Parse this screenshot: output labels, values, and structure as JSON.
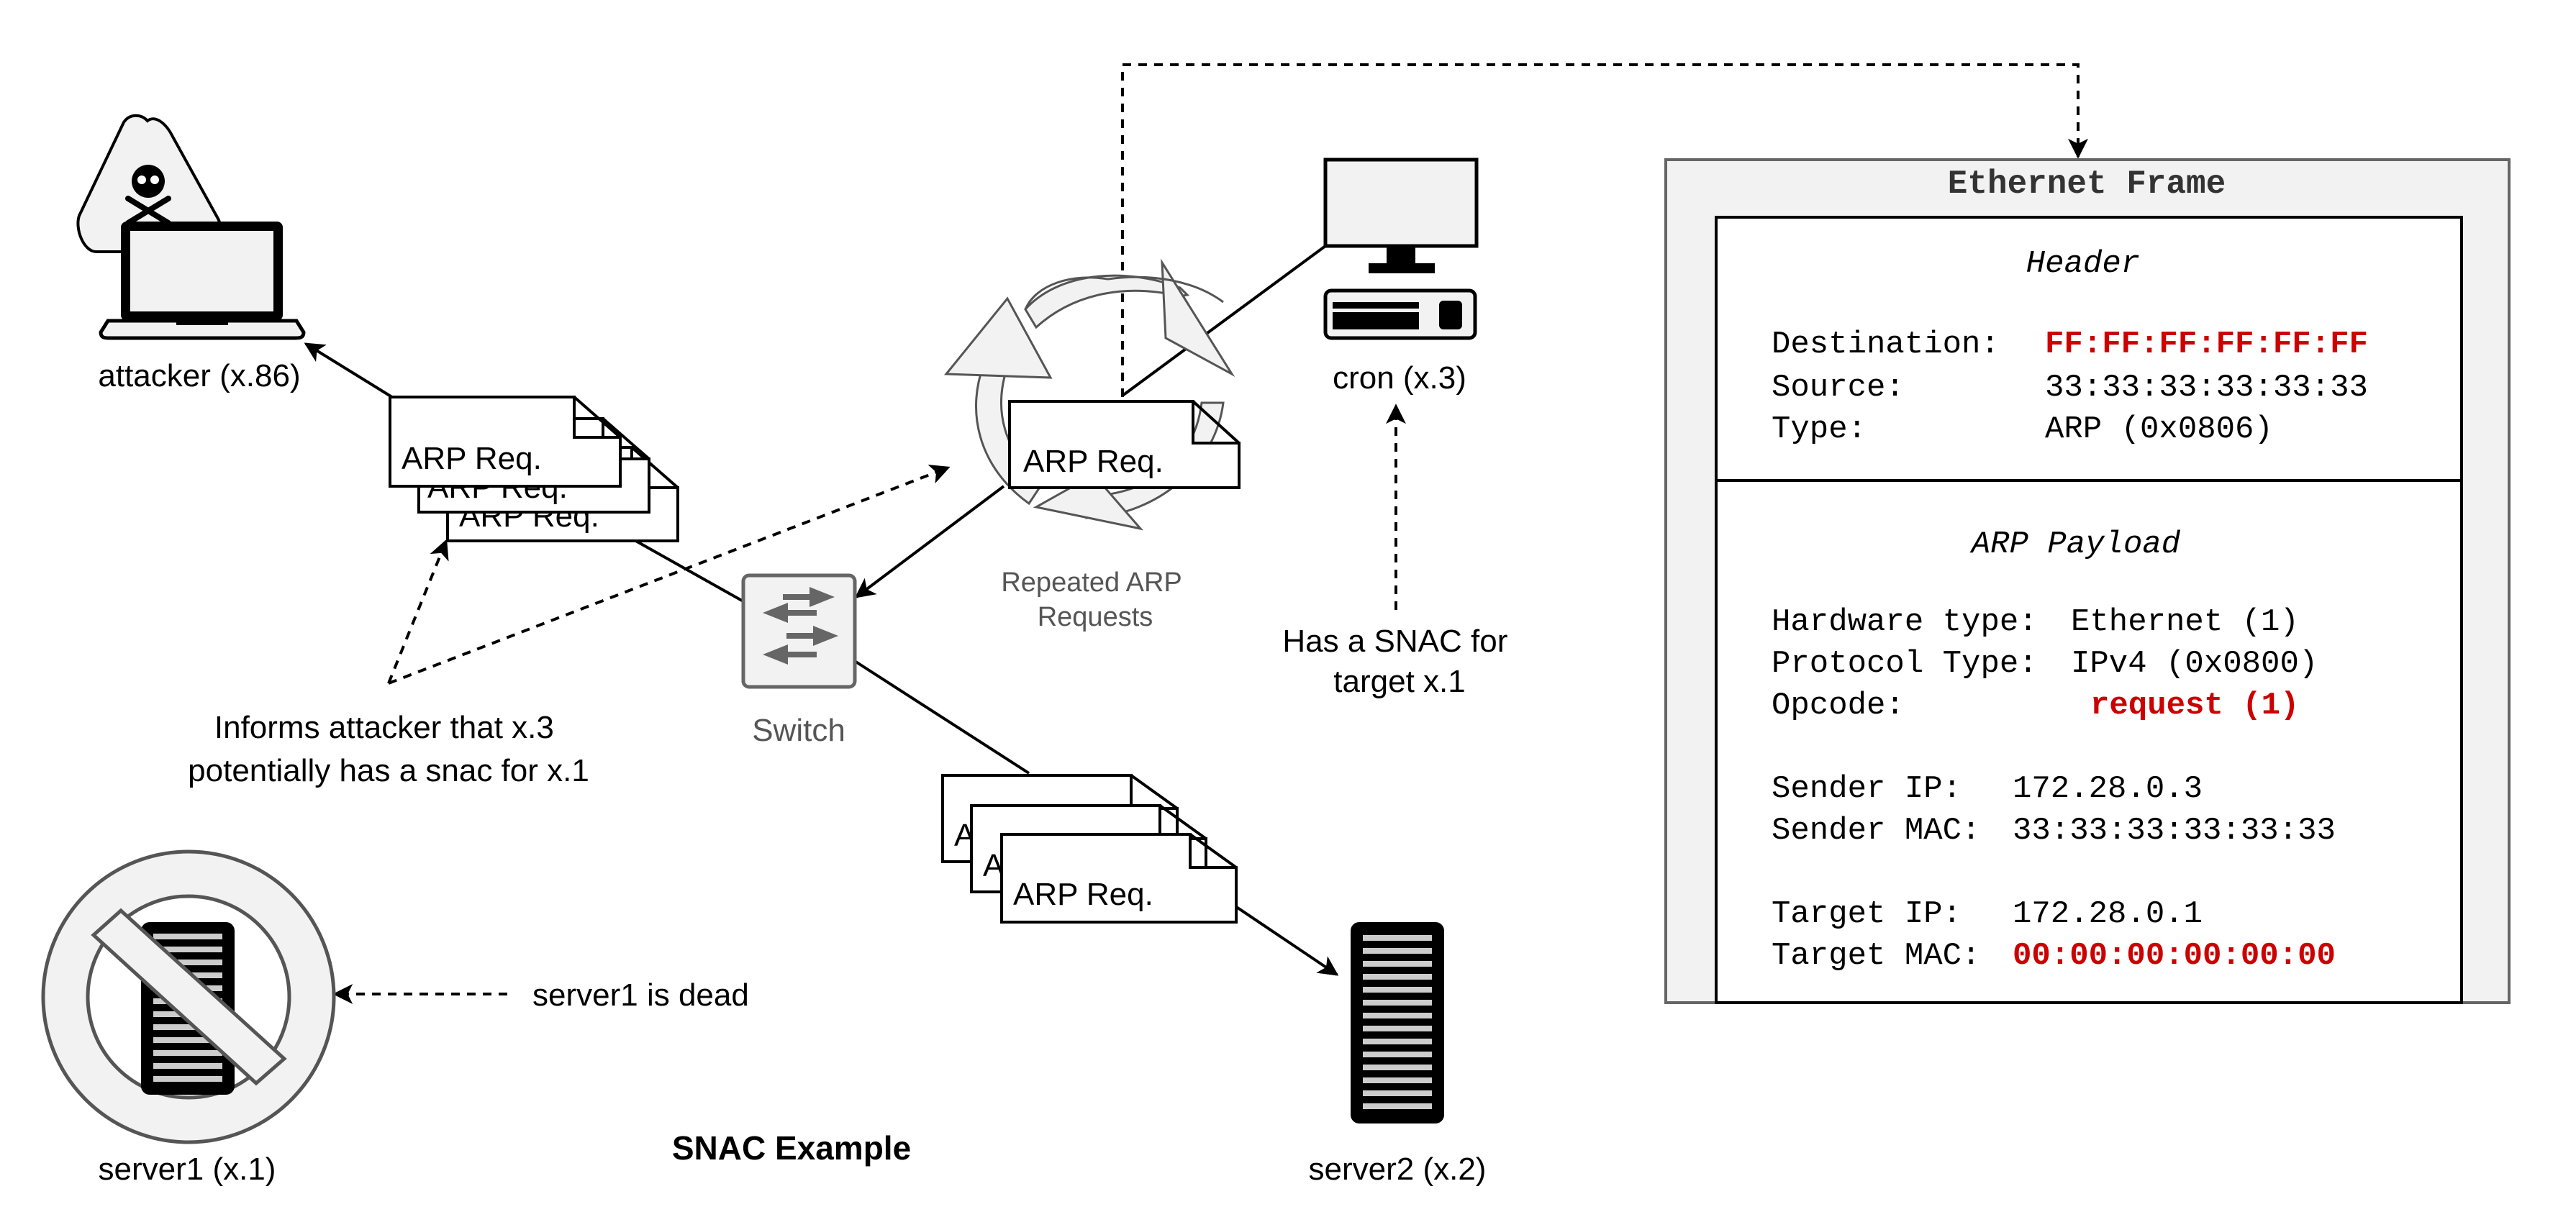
{
  "title": "SNAC Example",
  "nodes": {
    "attacker": "attacker (x.86)",
    "cron": "cron (x.3)",
    "switch": "Switch",
    "server1": "server1 (x.1)",
    "server2": "server2 (x.2)"
  },
  "packet_label": "ARP Req.",
  "annotations": {
    "repeated": [
      "Repeated ARP",
      "Requests"
    ],
    "snac": [
      "Has a SNAC for",
      "target x.1"
    ],
    "informs": [
      "Informs attacker that x.3",
      "potentially has a snac for x.1"
    ],
    "dead": "server1 is dead"
  },
  "frame": {
    "title": "Ethernet Frame",
    "header": {
      "title": "Header",
      "rows": [
        {
          "label": "Destination:",
          "value": "FF:FF:FF:FF:FF:FF",
          "highlight": true
        },
        {
          "label": "Source:",
          "value": "33:33:33:33:33:33",
          "highlight": false
        },
        {
          "label": "Type:",
          "value": "ARP (0x0806)",
          "highlight": false
        }
      ]
    },
    "payload": {
      "title": "ARP Payload",
      "rows": [
        {
          "label": "Hardware type:",
          "value": "Ethernet (1)",
          "highlight": false
        },
        {
          "label": "Protocol Type:",
          "value": "IPv4 (0x0800)",
          "highlight": false
        },
        {
          "label": "Opcode:",
          "value": "request (1)",
          "highlight": true
        },
        {
          "label": "Sender IP:",
          "value": "172.28.0.3",
          "highlight": false
        },
        {
          "label": "Sender MAC:",
          "value": "33:33:33:33:33:33",
          "highlight": false
        },
        {
          "label": "Target IP:",
          "value": "172.28.0.1",
          "highlight": false
        },
        {
          "label": "Target MAC:",
          "value": "00:00:00:00:00:00",
          "highlight": true
        }
      ]
    }
  },
  "colors": {
    "highlight": "#cc0000",
    "frame_fill": "#f2f2f2",
    "icon_gray": "#666666"
  }
}
